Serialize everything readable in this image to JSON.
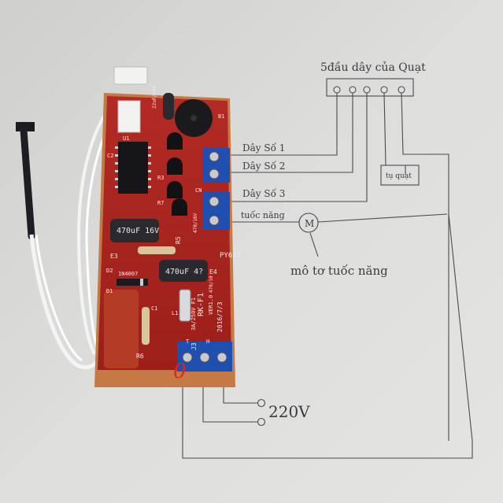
{
  "labels": {
    "fan_header": "5đầu dây của Quạt",
    "wire1": "Dây Số 1",
    "wire2": "Dây Số 2",
    "wire3": "Dây Số 3",
    "swing": "tuốc năng",
    "motor_symbol": "M",
    "motor_caption": "mô tơ tuốc năng",
    "capacitor_box": "tụ quạt",
    "mains": "220V"
  },
  "board_marks": {
    "model": "PY617",
    "name": "RK-F1",
    "version": "VER1.0",
    "date": "2016/7/3",
    "fuse": "3A/250V F1",
    "diode": "1N4007",
    "cap_big": "470uF 16V",
    "cap_small": "470uF 4?",
    "e3": "E3",
    "e4": "E4",
    "r5": "R5",
    "r6": "R6",
    "j3": "J3",
    "d1": "D1",
    "d2": "D2",
    "c1": "C1",
    "c2": "C2",
    "u1": "U1",
    "r3": "R3",
    "b1": "B1",
    "cap_spec1": "470/16V",
    "cap_spec2": "470/10",
    "cap_spec3": "22uF/50V",
    "l1": "L1",
    "t": "T",
    "h": "H",
    "r7": "R7",
    "cn": "CN"
  },
  "annotation_mark": "0",
  "colors": {
    "board": "#a8231f",
    "board_edge": "#c0703a",
    "terminal": "#1f4fb0",
    "capacitor": "#2a2a2e",
    "ink": "#3a3a40",
    "red_ink": "#e0241c"
  }
}
